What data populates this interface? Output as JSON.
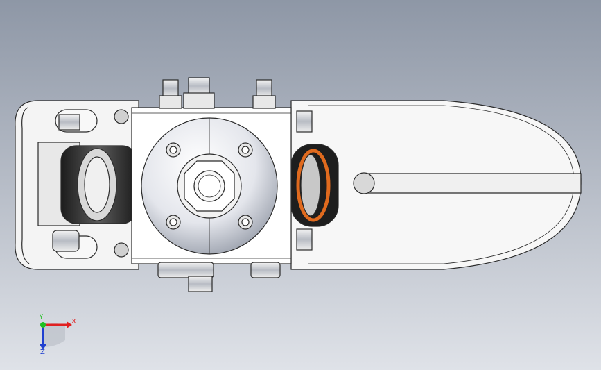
{
  "view": {
    "background_top": "#8e97a6",
    "background_bottom": "#dfe2e8",
    "part_fill": "#ffffff",
    "edge_color": "#2a2a2a",
    "accent_orange": "#e06a1e"
  },
  "triad": {
    "x_label": "X",
    "y_label": "Y",
    "z_label": "Z",
    "x_color": "#e02020",
    "y_color": "#20c020",
    "z_color": "#2040d0"
  }
}
